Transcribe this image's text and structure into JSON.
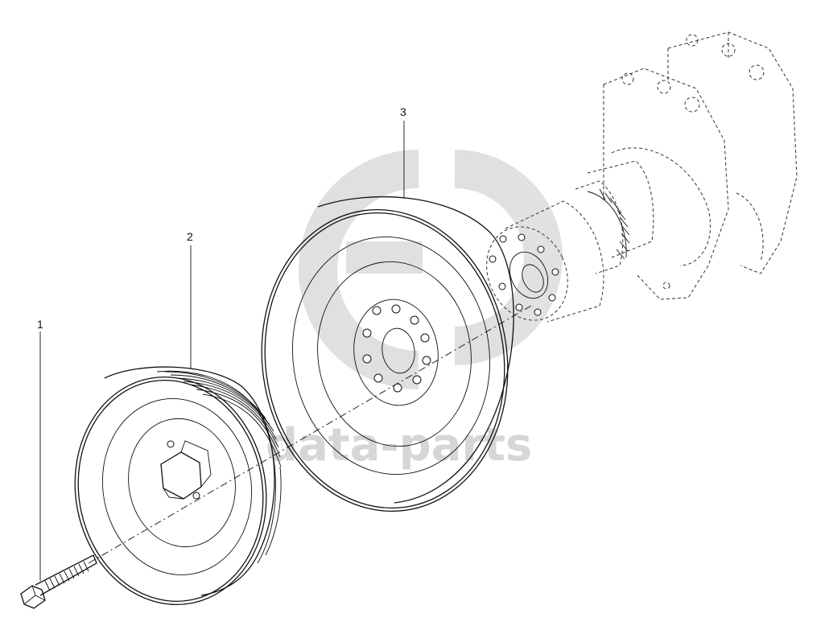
{
  "watermark": {
    "text": "data-parts",
    "logo_icon": "gd-logo-icon",
    "color": "#d6d6d6"
  },
  "callouts": [
    {
      "number": "1",
      "part": "bolt"
    },
    {
      "number": "2",
      "part": "belt-pulley"
    },
    {
      "number": "3",
      "part": "vibration-damper"
    }
  ],
  "colors": {
    "line": "#111111",
    "background": "#ffffff"
  }
}
